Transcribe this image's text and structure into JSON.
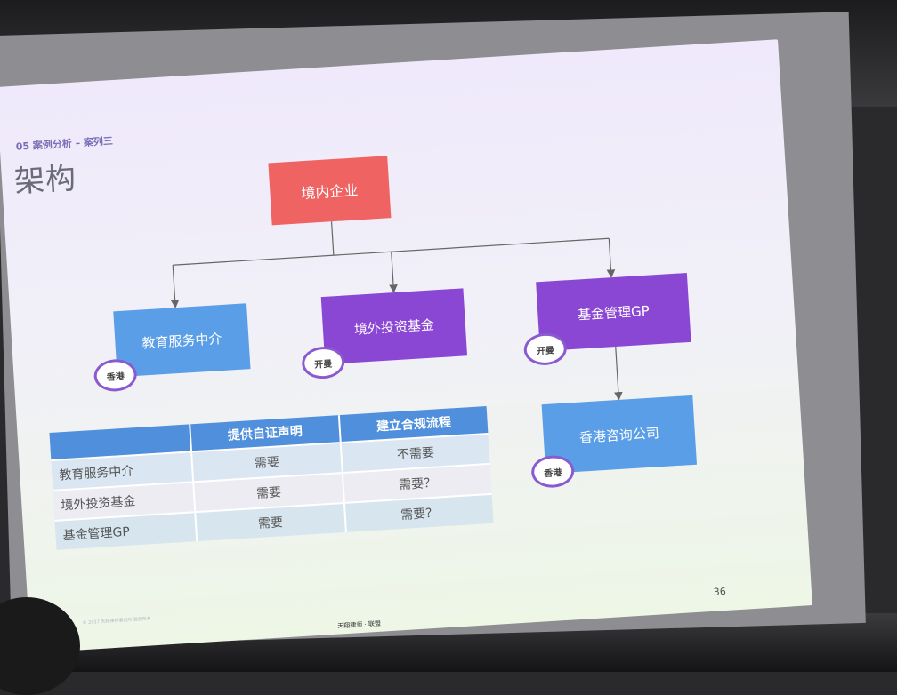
{
  "slide": {
    "section": "05 案例分析 – 案列三",
    "title": "架构",
    "page_number": "36",
    "presenter": "天翔律师 · 联盟",
    "footer": "© 2017 天翔律师事务所 版权所有"
  },
  "org": {
    "root": "境内企业",
    "children": [
      {
        "label": "教育服务中介",
        "badge": "香港"
      },
      {
        "label": "境外投资基金",
        "badge": "开曼"
      },
      {
        "label": "基金管理GP",
        "badge": "开曼"
      }
    ],
    "sub": {
      "label": "香港咨询公司",
      "badge": "香港"
    }
  },
  "table": {
    "headers": [
      "",
      "提供自证声明",
      "建立合规流程"
    ],
    "rows": [
      [
        "教育服务中介",
        "需要",
        "不需要"
      ],
      [
        "境外投资基金",
        "需要",
        "需要？"
      ],
      [
        "基金管理GP",
        "需要",
        "需要？"
      ]
    ]
  },
  "colors": {
    "root": "#ef6462",
    "blue": "#5b9ee8",
    "purple": "#8a47d4",
    "table_header": "#4f8fdc"
  }
}
